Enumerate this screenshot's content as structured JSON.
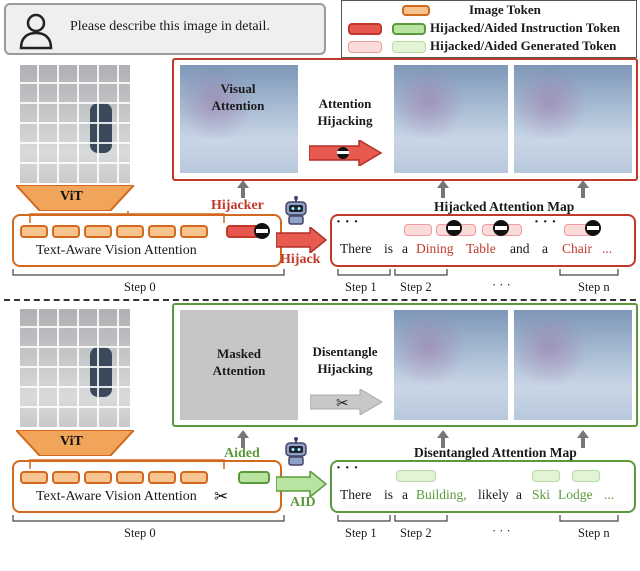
{
  "prompt": {
    "text": "Please describe this image in detail."
  },
  "legend": {
    "image_token": "Image Token",
    "instruction_token": "Hijacked/Aided Instruction Token",
    "generated_token": "Hijacked/Aided Generated Token"
  },
  "top": {
    "vit": "ViT",
    "vision_attention": "Text-Aware Vision Attention",
    "hijacker": "Hijacker",
    "hijack": "Hijack",
    "visual_attention": "Visual\nAttention",
    "attention_hijacking": "Attention\nHijacking",
    "map_title": "Hijacked Attention Map",
    "dots": "· · ·",
    "words": [
      "There",
      "is",
      "a",
      "Dining",
      "Table",
      "and",
      "a",
      "· · ·",
      "Chair",
      "..."
    ],
    "step0": "Step 0",
    "step1": "Step 1",
    "step2": "Step 2",
    "step_dots": "· · ·",
    "stepn": "Step n"
  },
  "bottom": {
    "vit": "ViT",
    "vision_attention": "Text-Aware Vision Attention",
    "aided": "Aided",
    "aid": "AID",
    "masked_attention": "Masked\nAttention",
    "disentangle": "Disentangle\nHijacking",
    "map_title": "Disentangled Attention Map",
    "dots": "· · ·",
    "words": [
      "There",
      "is",
      "a",
      "Building,",
      "likely",
      "a",
      "Ski",
      "Lodge",
      "..."
    ],
    "step0": "Step 0",
    "step1": "Step 1",
    "step2": "Step 2",
    "step_dots": "· · ·",
    "stepn": "Step n"
  },
  "colors": {
    "orange": "#d2691e",
    "red": "#c0392b",
    "green": "#5b9a3c",
    "hijack_text": "#c0392b",
    "aided_text": "#5b9a3c"
  }
}
